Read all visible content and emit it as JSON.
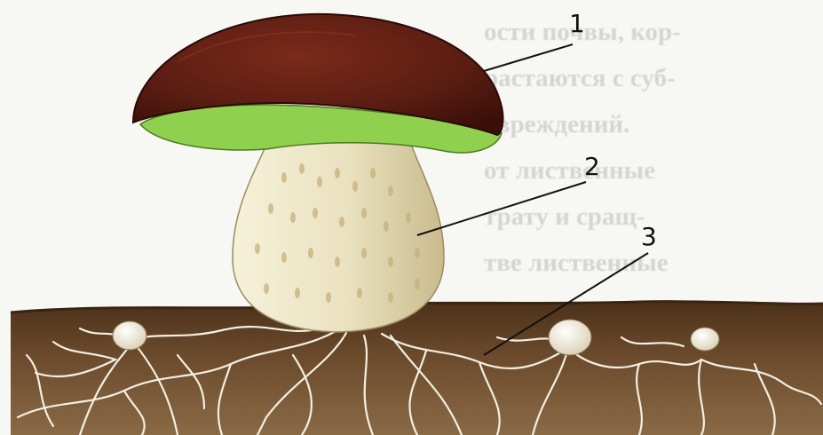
{
  "background_text_lines": [
    "ости почвы, кор-",
    "растаются с суб-",
    "овреждений.",
    "от лиственные",
    "трату и сращ-",
    "тве лиственные"
  ],
  "labels": [
    {
      "text": "1",
      "part": "cap"
    },
    {
      "text": "2",
      "part": "stem"
    },
    {
      "text": "3",
      "part": "mycelium"
    }
  ],
  "colors": {
    "cap": "#5a1d12",
    "cap_underside": "#8fd14f",
    "stem": "#ece6c8",
    "soil": "#6b4a2c",
    "mycelium": "#f3efe2"
  }
}
